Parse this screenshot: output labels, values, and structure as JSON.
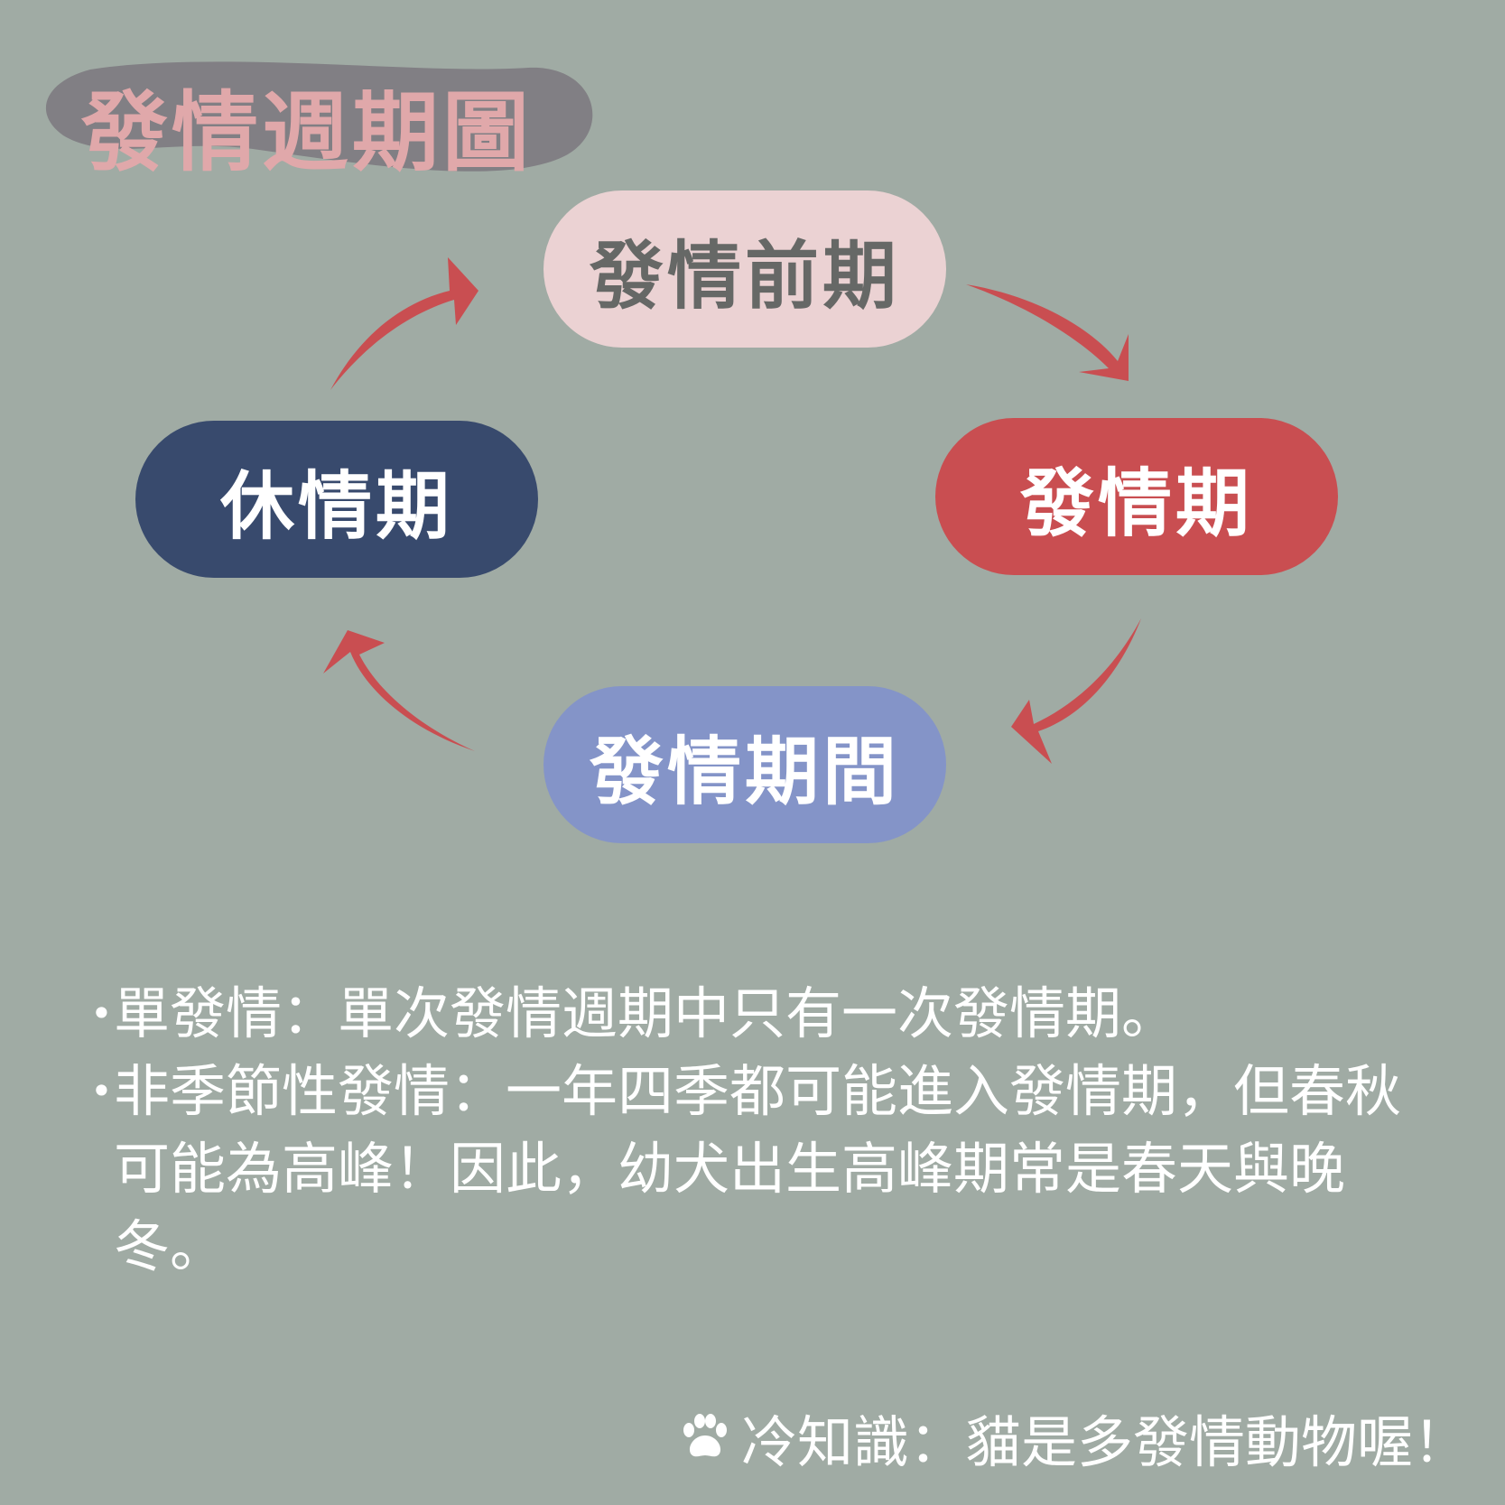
{
  "title": "發情週期圖",
  "cycle": {
    "top": "發情前期",
    "right": "發情期",
    "bottom": "發情期間",
    "left": "休情期"
  },
  "notes": [
    "單發情：單次發情週期中只有一次發情期。",
    "非季節性發情：一年四季都可能進入發情期，但春秋可能為高峰！因此，幼犬出生高峰期常是春天與晚冬。"
  ],
  "footer": {
    "icon": "paw-icon",
    "text": "冷知識：貓是多發情動物喔！"
  },
  "colors": {
    "background": "#a0aba4",
    "title_blob": "#817f84",
    "title_text": "#e0a8aa",
    "pill_top": "#ebd2d3",
    "pill_right": "#c94e51",
    "pill_bottom": "#8494c8",
    "pill_left": "#384a6d",
    "arrow": "#c94e51"
  }
}
